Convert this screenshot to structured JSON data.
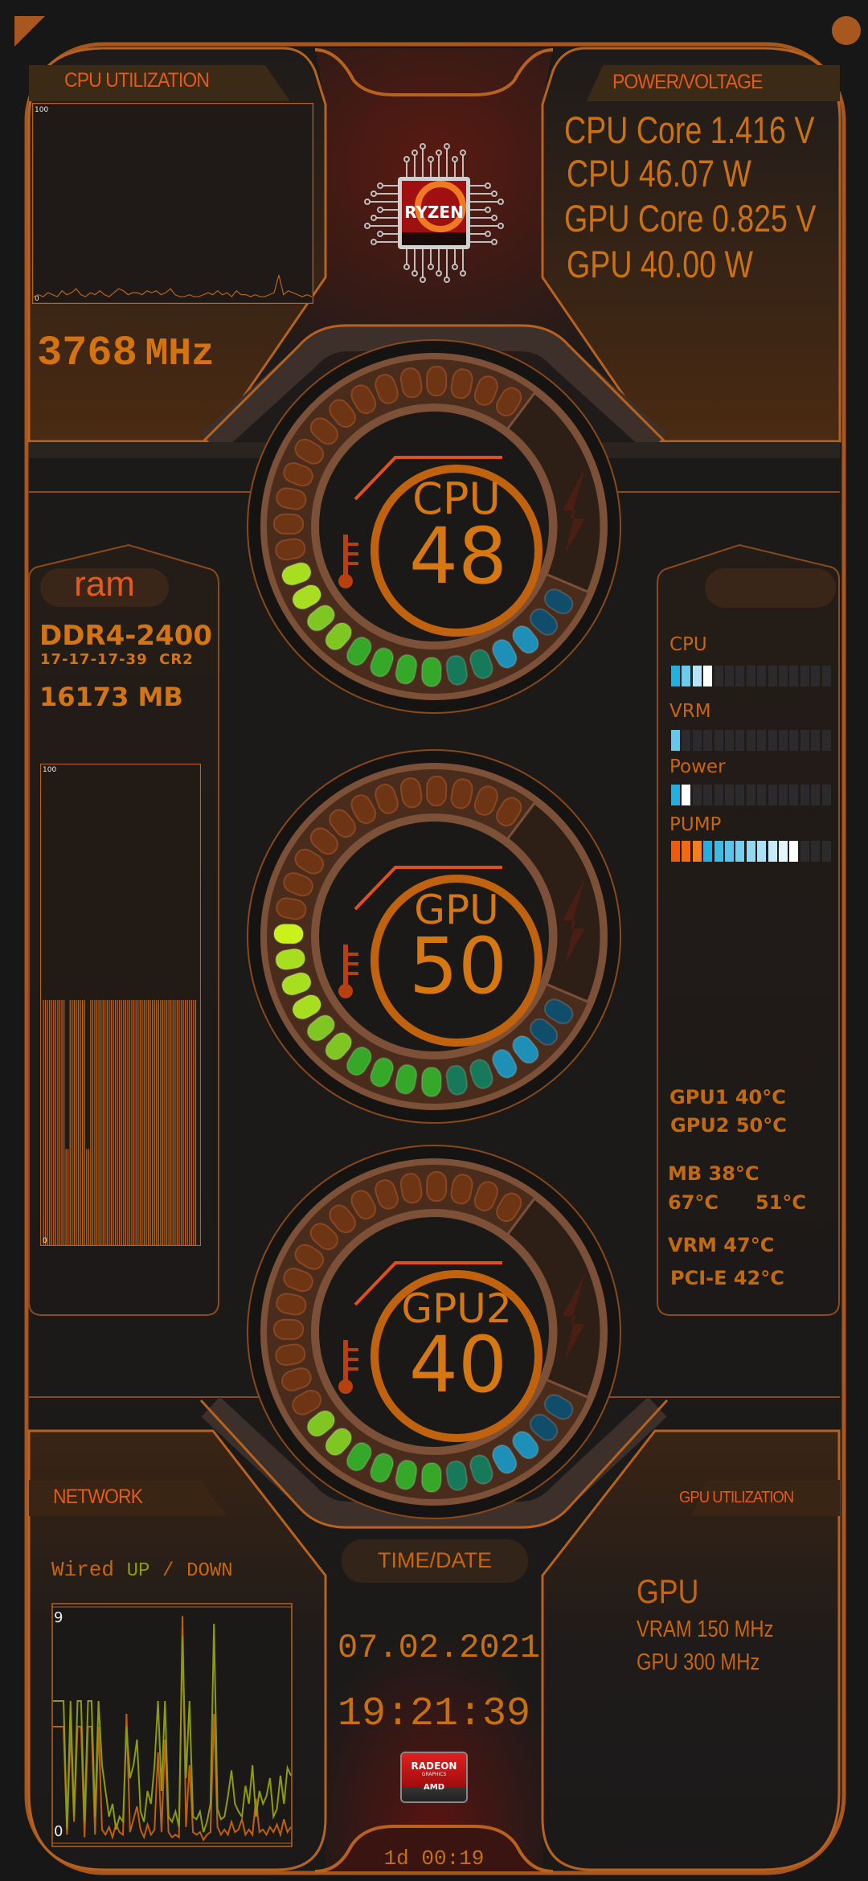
{
  "cpu_utilization": {
    "title": "CPU UTILIZATION",
    "axis_max_label": "100",
    "axis_min_label": "0",
    "clock": "3768",
    "clock_unit": "MHz"
  },
  "power_voltage": {
    "title": "POWER/VOLTAGE",
    "lines": [
      "CPU Core 1.416 V",
      "CPU 46.07 W",
      "GPU Core 0.825 V",
      "GPU 40.00 W"
    ]
  },
  "logo": {
    "text": "RYZEN"
  },
  "gauges": [
    {
      "label": "CPU",
      "value": "48",
      "lit_segments": 14,
      "total_segments": 28
    },
    {
      "label": "GPU",
      "value": "50",
      "lit_segments": 16,
      "total_segments": 28
    },
    {
      "label": "GPU2",
      "value": "40",
      "lit_segments": 12,
      "total_segments": 28
    }
  ],
  "ram": {
    "title": "ram",
    "type": "DDR4-2400",
    "timings": "17-17-17-39  CR2",
    "size": "16173 MB",
    "axis_max_label": "100",
    "axis_min_label": "0"
  },
  "levels": {
    "rows": [
      {
        "label": "CPU",
        "lit": 4,
        "orange": 0
      },
      {
        "label": "VRM",
        "lit": 1,
        "orange": 0
      },
      {
        "label": "Power",
        "lit": 2,
        "orange": 0
      },
      {
        "label": "PUMP",
        "lit": 12,
        "orange": 3
      }
    ],
    "total_segments": 15
  },
  "temps": {
    "gpu1": "GPU1 40°C",
    "gpu2": "GPU2 50°C",
    "mb": "MB 38°C",
    "t1": "67°C",
    "t2": "51°C",
    "vrm": "VRM 47°C",
    "pcie": "PCI-E 42°C"
  },
  "network": {
    "title": "NETWORK",
    "iface": "Wired",
    "up": "UP",
    "sep": "/",
    "down": "DOWN",
    "axis_max_label": "9",
    "axis_min_label": "0"
  },
  "time_date": {
    "title": "TIME/DATE",
    "date": "07.02.2021",
    "time": "19:21:39",
    "uptime": "1d 00:19"
  },
  "radeon": {
    "line1": "RADEON",
    "line2": "GRAPHICS",
    "line3": "AMD"
  },
  "gpu_utilization": {
    "title": "GPU UTILIZATION",
    "heading": "GPU",
    "vram": "VRAM 150 MHz",
    "gpu": "GPU 300 MHz"
  },
  "colors": {
    "accent": "#cc7112",
    "tab": "#e35a1c",
    "frame": "#a8561c",
    "net_up": "#8c9c0e",
    "net_down": "#c0600e"
  },
  "chart_data": [
    {
      "type": "line",
      "title": "CPU UTILIZATION",
      "ylim": [
        0,
        100
      ],
      "values": [
        2,
        3,
        2,
        4,
        3,
        2,
        5,
        3,
        4,
        6,
        3,
        2,
        4,
        3,
        5,
        3,
        2,
        4,
        6,
        5,
        3,
        4,
        4,
        3,
        5,
        4,
        5,
        3,
        4,
        6,
        3,
        2,
        2,
        3,
        2,
        2,
        3,
        4,
        3,
        5,
        3,
        4,
        2,
        5,
        3,
        3,
        2,
        3,
        2,
        2,
        3,
        4,
        13,
        3,
        5,
        4,
        3,
        2,
        3,
        2
      ]
    },
    {
      "type": "bar",
      "title": "ram",
      "ylim": [
        0,
        100
      ],
      "values": [
        51,
        51,
        51,
        51,
        51,
        51,
        51,
        51,
        51,
        51,
        51,
        20,
        20,
        51,
        51,
        51,
        51,
        51,
        51,
        51,
        51,
        20,
        20,
        51,
        51,
        51,
        51,
        51,
        51,
        51,
        51,
        51,
        51,
        51,
        51,
        51,
        51,
        51,
        51,
        51,
        51,
        51,
        51,
        51,
        51,
        51,
        51,
        51,
        51,
        51,
        51,
        51,
        51,
        51,
        51,
        51,
        51,
        51,
        51,
        51,
        51,
        51,
        51,
        51,
        51,
        51,
        51,
        51,
        51,
        51,
        51,
        51,
        51,
        51,
        51
      ]
    },
    {
      "type": "line",
      "title": "NETWORK",
      "ylim": [
        0,
        9
      ],
      "series": [
        {
          "name": "UP",
          "values": [
            5.5,
            5.5,
            5.5,
            5.5,
            0.5,
            5.5,
            1,
            5.5,
            5.5,
            0.8,
            5.5,
            5.5,
            1,
            5.5,
            3,
            2,
            1,
            1.5,
            0.5,
            1,
            0.8,
            4.5,
            2.5,
            3,
            4,
            1.2,
            0.8,
            2,
            1.5,
            3,
            5.5,
            2,
            5.5,
            1,
            0.8,
            1.2,
            0.6,
            8,
            2.5,
            5.5,
            1,
            0.9,
            1.2,
            0.4,
            0.8,
            1.5,
            8.5,
            1.3,
            0.9,
            1,
            1.8,
            2.8,
            1.5,
            1.2,
            1,
            2.2,
            1.5,
            3,
            1,
            2,
            1.5,
            1.8,
            2.5,
            1,
            1.3,
            2.6,
            1.5,
            2.9,
            2.6
          ]
        },
        {
          "name": "DOWN",
          "values": [
            4.5,
            4.5,
            4.5,
            4.5,
            0.3,
            4.5,
            0.8,
            4.5,
            4.5,
            0.2,
            4.5,
            4.5,
            0.3,
            4.5,
            0.5,
            0.3,
            0.6,
            0.2,
            0.7,
            0.4,
            0.3,
            5,
            0.4,
            0.9,
            1.4,
            0.5,
            0.2,
            0.7,
            0.3,
            0.5,
            3.5,
            0.4,
            4,
            0.4,
            0.2,
            0.3,
            0.2,
            8.8,
            0.6,
            3,
            0.4,
            0.3,
            0.4,
            0.1,
            0.3,
            0.4,
            5,
            0.6,
            0.3,
            0.5,
            0.3,
            0.8,
            0.4,
            0.5,
            0.9,
            0.3,
            0.5,
            0.3,
            1.7,
            0.4,
            0.5,
            0.3,
            0.6,
            0.4,
            0.7,
            0.3,
            0.9,
            0.4,
            0.6
          ]
        }
      ]
    }
  ]
}
